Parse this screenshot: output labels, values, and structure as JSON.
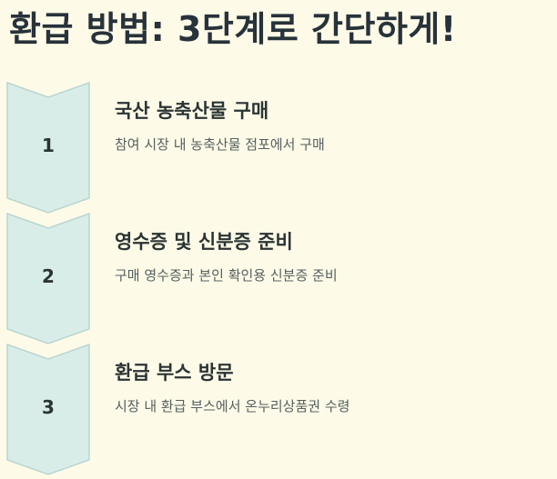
{
  "title": "환급 방법: 3단계로 간단하게!",
  "colors": {
    "background": "#fdfbe8",
    "chevron_fill": "#d8ece8",
    "chevron_stroke": "#b9d6d0",
    "text": "#2a3433"
  },
  "steps": [
    {
      "number": "1",
      "title": "국산 농축산물 구매",
      "description": "참여 시장 내 농축산물 점포에서 구매"
    },
    {
      "number": "2",
      "title": "영수증 및 신분증 준비",
      "description": "구매 영수증과 본인 확인용 신분증 준비"
    },
    {
      "number": "3",
      "title": "환급 부스 방문",
      "description": "시장 내 환급 부스에서 온누리상품권 수령"
    }
  ]
}
